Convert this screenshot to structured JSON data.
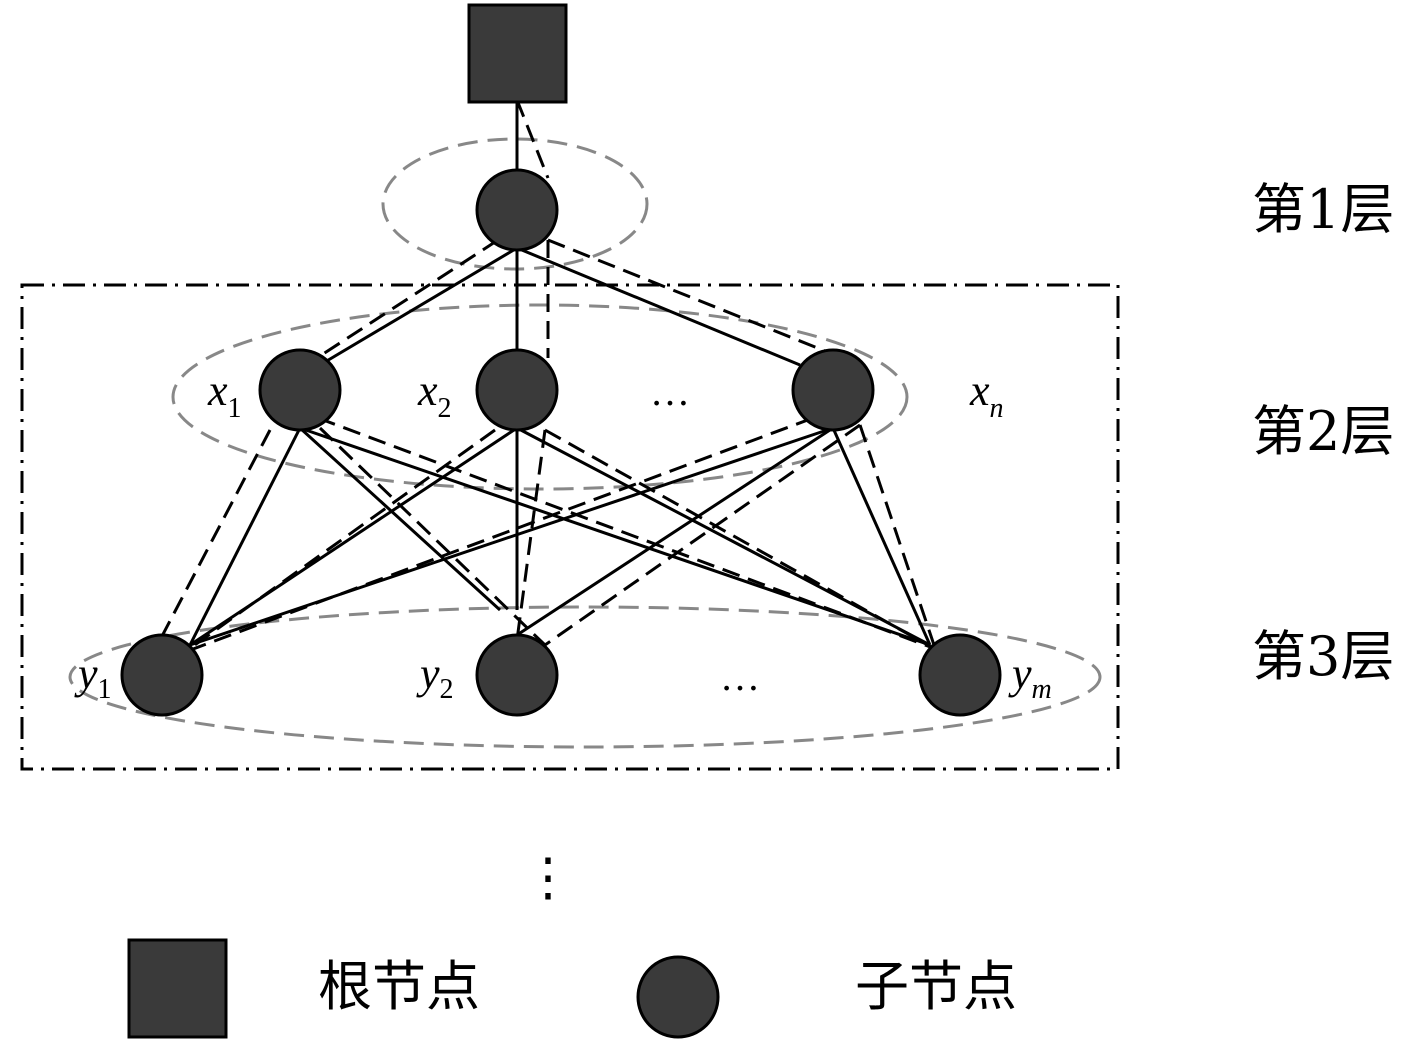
{
  "diagram": {
    "layer_labels": [
      "第1层",
      "第2层",
      "第3层"
    ],
    "layer2_nodes": {
      "x1": {
        "base": "x",
        "sub": "1"
      },
      "x2": {
        "base": "x",
        "sub": "2"
      },
      "ellipsis": "…",
      "xn": {
        "base": "x",
        "sub": "n"
      }
    },
    "layer3_nodes": {
      "y1": {
        "base": "y",
        "sub": "1"
      },
      "y2": {
        "base": "y",
        "sub": "2"
      },
      "ellipsis": "…",
      "ym": {
        "base": "y",
        "sub": "m"
      }
    },
    "continuation": "⋮"
  },
  "legend": {
    "root_label": "根节点",
    "child_label": "子节点"
  },
  "colors": {
    "node_fill": "#3a3a3a",
    "outline": "#000000",
    "group_ellipse": "#888888"
  }
}
